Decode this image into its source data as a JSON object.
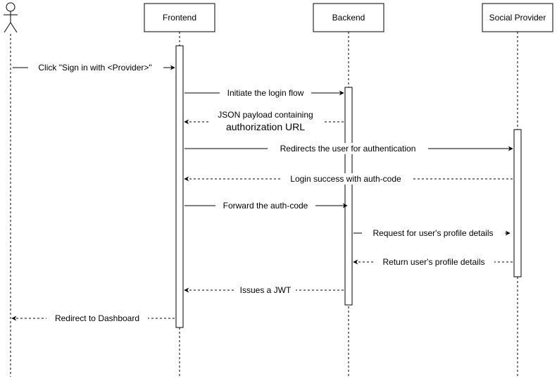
{
  "participants": [
    {
      "id": "user",
      "label": ""
    },
    {
      "id": "frontend",
      "label": "Frontend"
    },
    {
      "id": "backend",
      "label": "Backend"
    },
    {
      "id": "social",
      "label": "Social Provider"
    }
  ],
  "messages": [
    {
      "from": "user",
      "to": "frontend",
      "label": "Click \"Sign in with <Provider>\"",
      "style": "solid"
    },
    {
      "from": "frontend",
      "to": "backend",
      "label": "Initiate the login flow",
      "style": "solid"
    },
    {
      "from": "backend",
      "to": "frontend",
      "label": "JSON payload containing",
      "label2": "authorization URL",
      "style": "dashed"
    },
    {
      "from": "frontend",
      "to": "social",
      "label": "Redirects the user for authentication",
      "style": "solid"
    },
    {
      "from": "social",
      "to": "frontend",
      "label": "Login success with auth-code",
      "style": "dashed"
    },
    {
      "from": "frontend",
      "to": "backend",
      "label": "Forward the auth-code",
      "style": "solid"
    },
    {
      "from": "backend",
      "to": "social",
      "label": "Request for user's profile details",
      "style": "solid"
    },
    {
      "from": "social",
      "to": "backend",
      "label": "Return user's profile details",
      "style": "dashed"
    },
    {
      "from": "backend",
      "to": "frontend",
      "label": "Issues a JWT",
      "style": "dashed"
    },
    {
      "from": "frontend",
      "to": "user",
      "label": "Redirect to Dashboard",
      "style": "dashed"
    }
  ]
}
